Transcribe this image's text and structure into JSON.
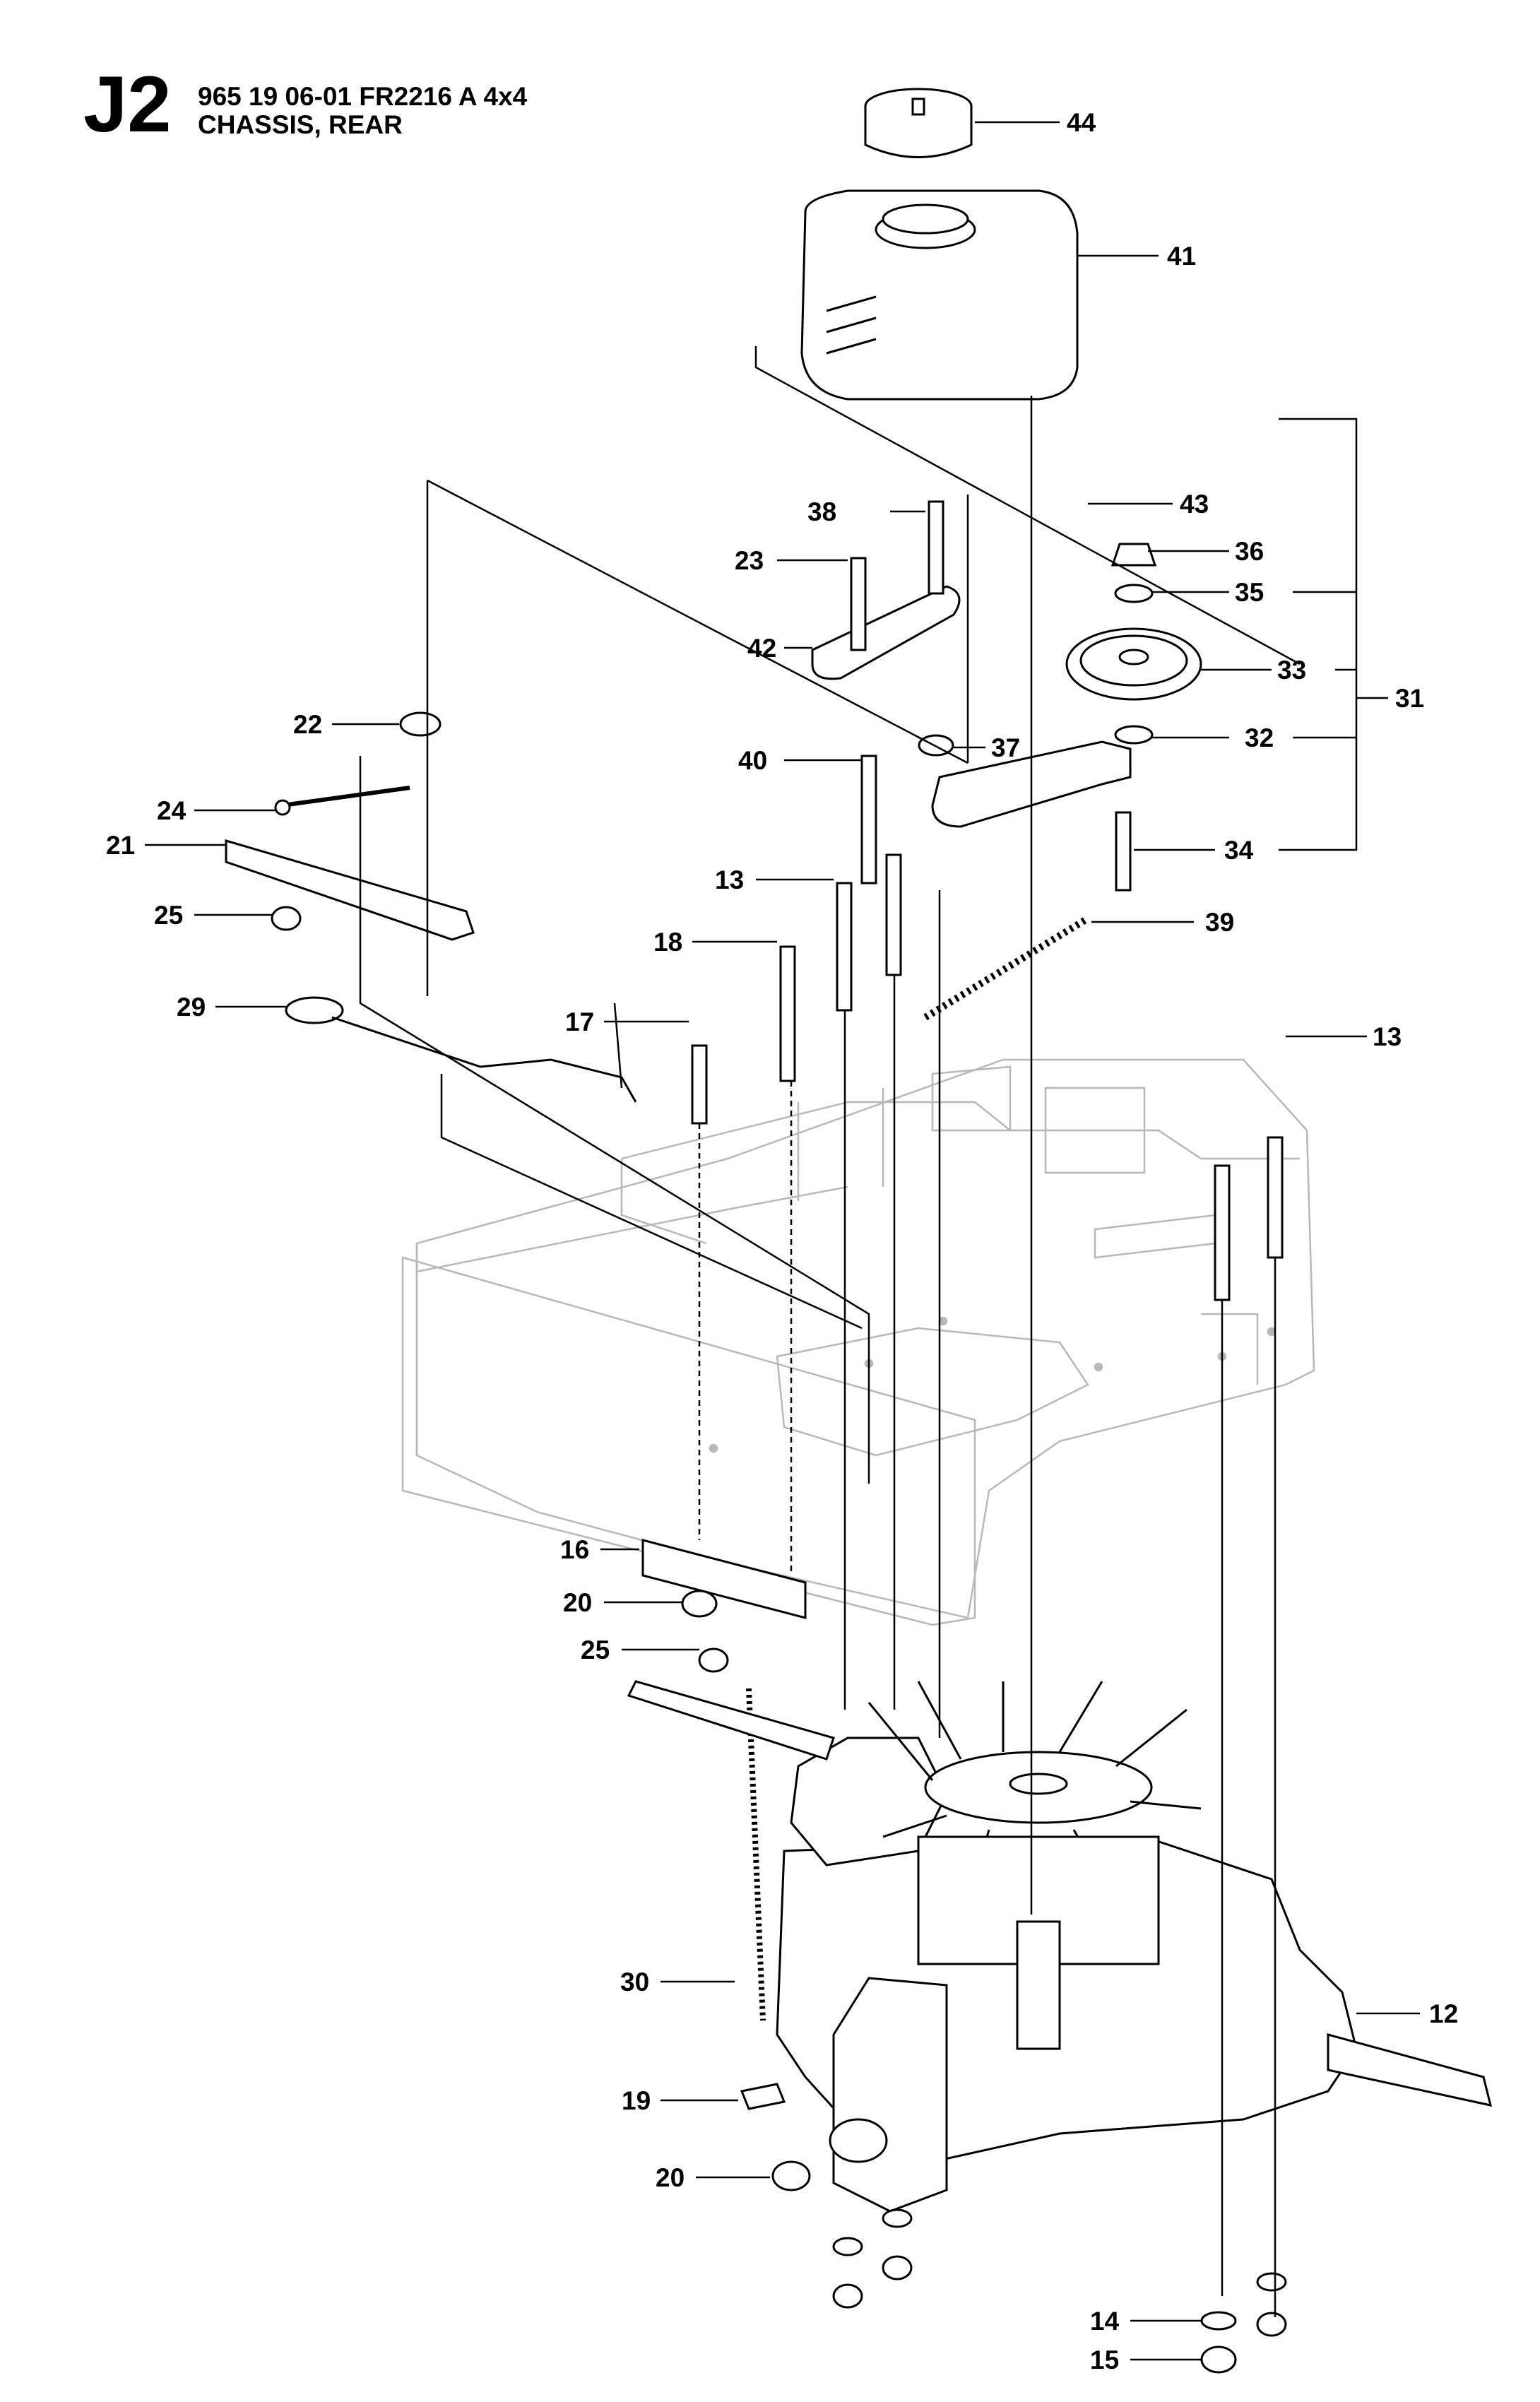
{
  "header": {
    "page_code": "J2",
    "model": "965 19 06-01 FR2216 A 4x4",
    "section": "CHASSIS, REAR"
  },
  "callouts": [
    {
      "id": "c44",
      "label": "44"
    },
    {
      "id": "c41",
      "label": "41"
    },
    {
      "id": "c43",
      "label": "43"
    },
    {
      "id": "c38",
      "label": "38"
    },
    {
      "id": "c23",
      "label": "23"
    },
    {
      "id": "c36",
      "label": "36"
    },
    {
      "id": "c35",
      "label": "35"
    },
    {
      "id": "c33",
      "label": "33"
    },
    {
      "id": "c31",
      "label": "31"
    },
    {
      "id": "c32",
      "label": "32"
    },
    {
      "id": "c34",
      "label": "34"
    },
    {
      "id": "c42",
      "label": "42"
    },
    {
      "id": "c22",
      "label": "22"
    },
    {
      "id": "c37",
      "label": "37"
    },
    {
      "id": "c40",
      "label": "40"
    },
    {
      "id": "c24",
      "label": "24"
    },
    {
      "id": "c21",
      "label": "21"
    },
    {
      "id": "c25a",
      "label": "25"
    },
    {
      "id": "c13a",
      "label": "13"
    },
    {
      "id": "c18",
      "label": "18"
    },
    {
      "id": "c39",
      "label": "39"
    },
    {
      "id": "c29",
      "label": "29"
    },
    {
      "id": "c17",
      "label": "17"
    },
    {
      "id": "c13b",
      "label": "13"
    },
    {
      "id": "c16",
      "label": "16"
    },
    {
      "id": "c20a",
      "label": "20"
    },
    {
      "id": "c25b",
      "label": "25"
    },
    {
      "id": "c30",
      "label": "30"
    },
    {
      "id": "c12",
      "label": "12"
    },
    {
      "id": "c19",
      "label": "19"
    },
    {
      "id": "c20b",
      "label": "20"
    },
    {
      "id": "c14",
      "label": "14"
    },
    {
      "id": "c15",
      "label": "15"
    }
  ]
}
